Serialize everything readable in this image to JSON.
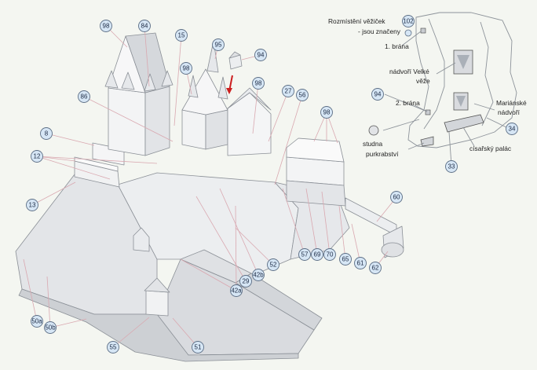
{
  "legend": {
    "line1": "Rozmístění věžiček",
    "line2": "- jsou značeny",
    "marker_number": "102"
  },
  "plan_labels": {
    "gate1": "1. brána",
    "great_tower_court_line1": "nádvoří Velké",
    "great_tower_court_line2": "věže",
    "gate2": "2. brána",
    "marian_court_line1": "Mariánské",
    "marian_court_line2": "nádvoří",
    "well": "studna",
    "burgrave": "purkrabství",
    "imperial_palace": "císařský palác"
  },
  "plan_callouts": {
    "c94": "94",
    "c34": "34",
    "c33": "33"
  },
  "callouts": {
    "c98a": "98",
    "c84": "84",
    "c15": "15",
    "c95": "95",
    "c94": "94",
    "c98b": "98",
    "c98c": "98",
    "c86": "86",
    "c27": "27",
    "c56": "56",
    "c98d": "98",
    "c8": "8",
    "c12": "12",
    "c13": "13",
    "c60": "60",
    "c57": "57",
    "c69": "69",
    "c70": "70",
    "c65": "65",
    "c61": "61",
    "c62": "62",
    "c52": "52",
    "c42b": "42b",
    "c29": "29",
    "c42a": "42a",
    "c50a": "50a",
    "c50b": "50b",
    "c55": "55",
    "c51": "51"
  },
  "colors": {
    "background": "#f4f6f1",
    "callout_fill": "#d6e6f5",
    "callout_stroke": "#5d6f86",
    "leader": "#d9a8b0",
    "arrow": "#cc1f1f"
  }
}
